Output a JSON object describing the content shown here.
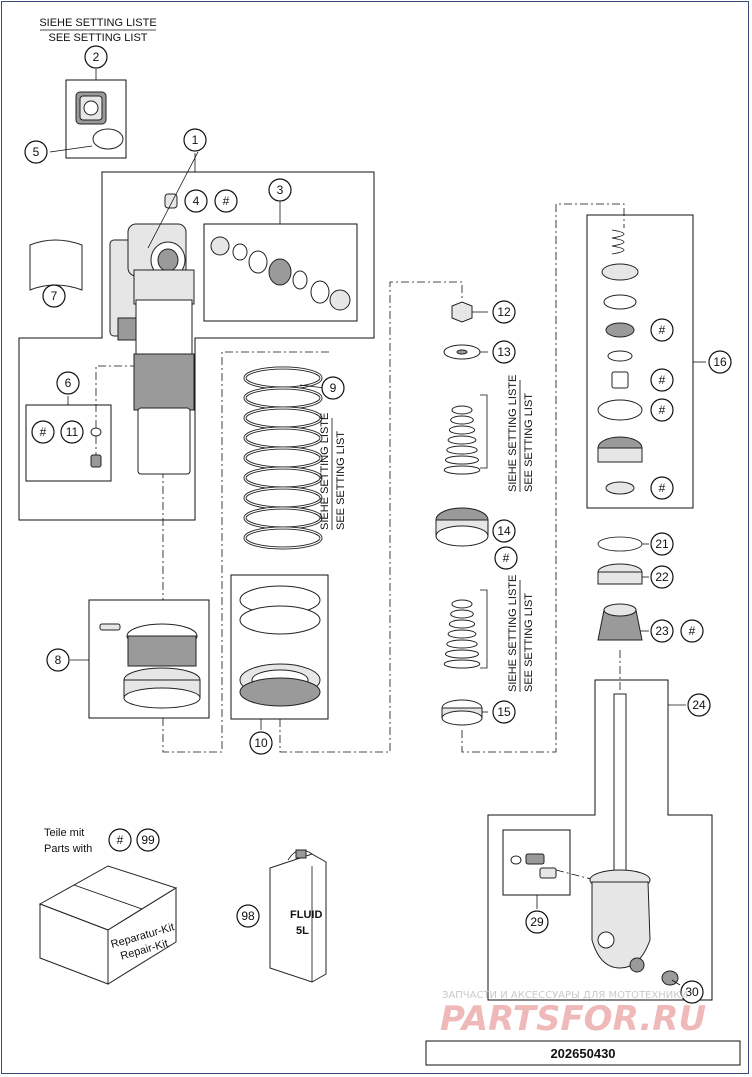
{
  "header": {
    "setting_de": "SIEHE SETTING LISTE",
    "setting_en": "SEE SETTING LIST"
  },
  "callouts": [
    "1",
    "2",
    "3",
    "4",
    "5",
    "6",
    "7",
    "8",
    "9",
    "10",
    "11",
    "12",
    "13",
    "14",
    "15",
    "16",
    "21",
    "22",
    "23",
    "24",
    "29",
    "30",
    "98",
    "99"
  ],
  "hash_mark": "#",
  "notes": {
    "setting_de": "SIEHE SETTING LISTE",
    "setting_en": "SEE SETTING LIST"
  },
  "legend": {
    "line1": "Teile mit",
    "line2": "Parts with"
  },
  "kit": {
    "label_de": "Reparatur-Kit",
    "label_en": "Repair-Kit"
  },
  "fluid": {
    "label": "FLUID",
    "volume": "5L"
  },
  "watermark": {
    "tagline": "ЗАПЧАСТИ И АКСЕССУАРЫ ДЛЯ МОТОТЕХНИКИ",
    "brand": "PARTSFOR.RU"
  },
  "reference_number": "202650430"
}
